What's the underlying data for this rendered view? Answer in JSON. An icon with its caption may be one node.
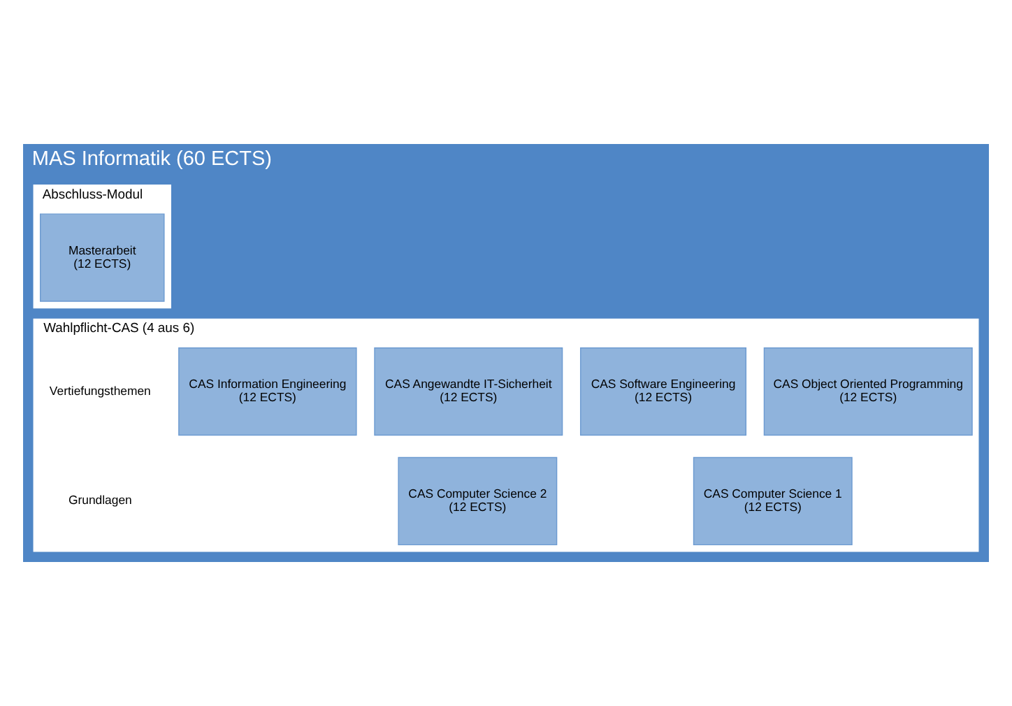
{
  "diagram": {
    "nodes": [
      {
        "text": [
          "MAS Informatik (60 ECTS)"
        ]
      },
      {
        "text": [
          "Abschluss-Modul"
        ],
        "in": 0
      },
      {
        "text": [
          "Masterarbeit",
          "(12 ECTS)"
        ],
        "in": 1
      },
      {
        "text": [
          "Wahlpflicht-CAS (4 aus 6)"
        ],
        "in": 0
      },
      {
        "text": [
          "CAS Object Oriented Programming",
          "(12 ECTS)"
        ],
        "in": 3
      },
      {
        "text": [
          "CAS Software Engineering",
          "(12 ECTS)"
        ],
        "in": 3
      },
      {
        "text": [
          "CAS Angewandte IT-Sicherheit",
          "(12 ECTS)"
        ],
        "in": 3
      },
      {
        "text": [
          "CAS Information Engineering",
          "(12 ECTS)"
        ],
        "in": 3
      },
      {
        "text": [
          "CAS Computer Science 1",
          "(12 ECTS)"
        ],
        "in": 3
      },
      {
        "text": [
          "CAS Computer Science 2",
          "(12 ECTS)"
        ],
        "in": 3
      }
    ],
    "labels": [
      "Vertiefungsthemen",
      "Grundlagen"
    ]
  }
}
